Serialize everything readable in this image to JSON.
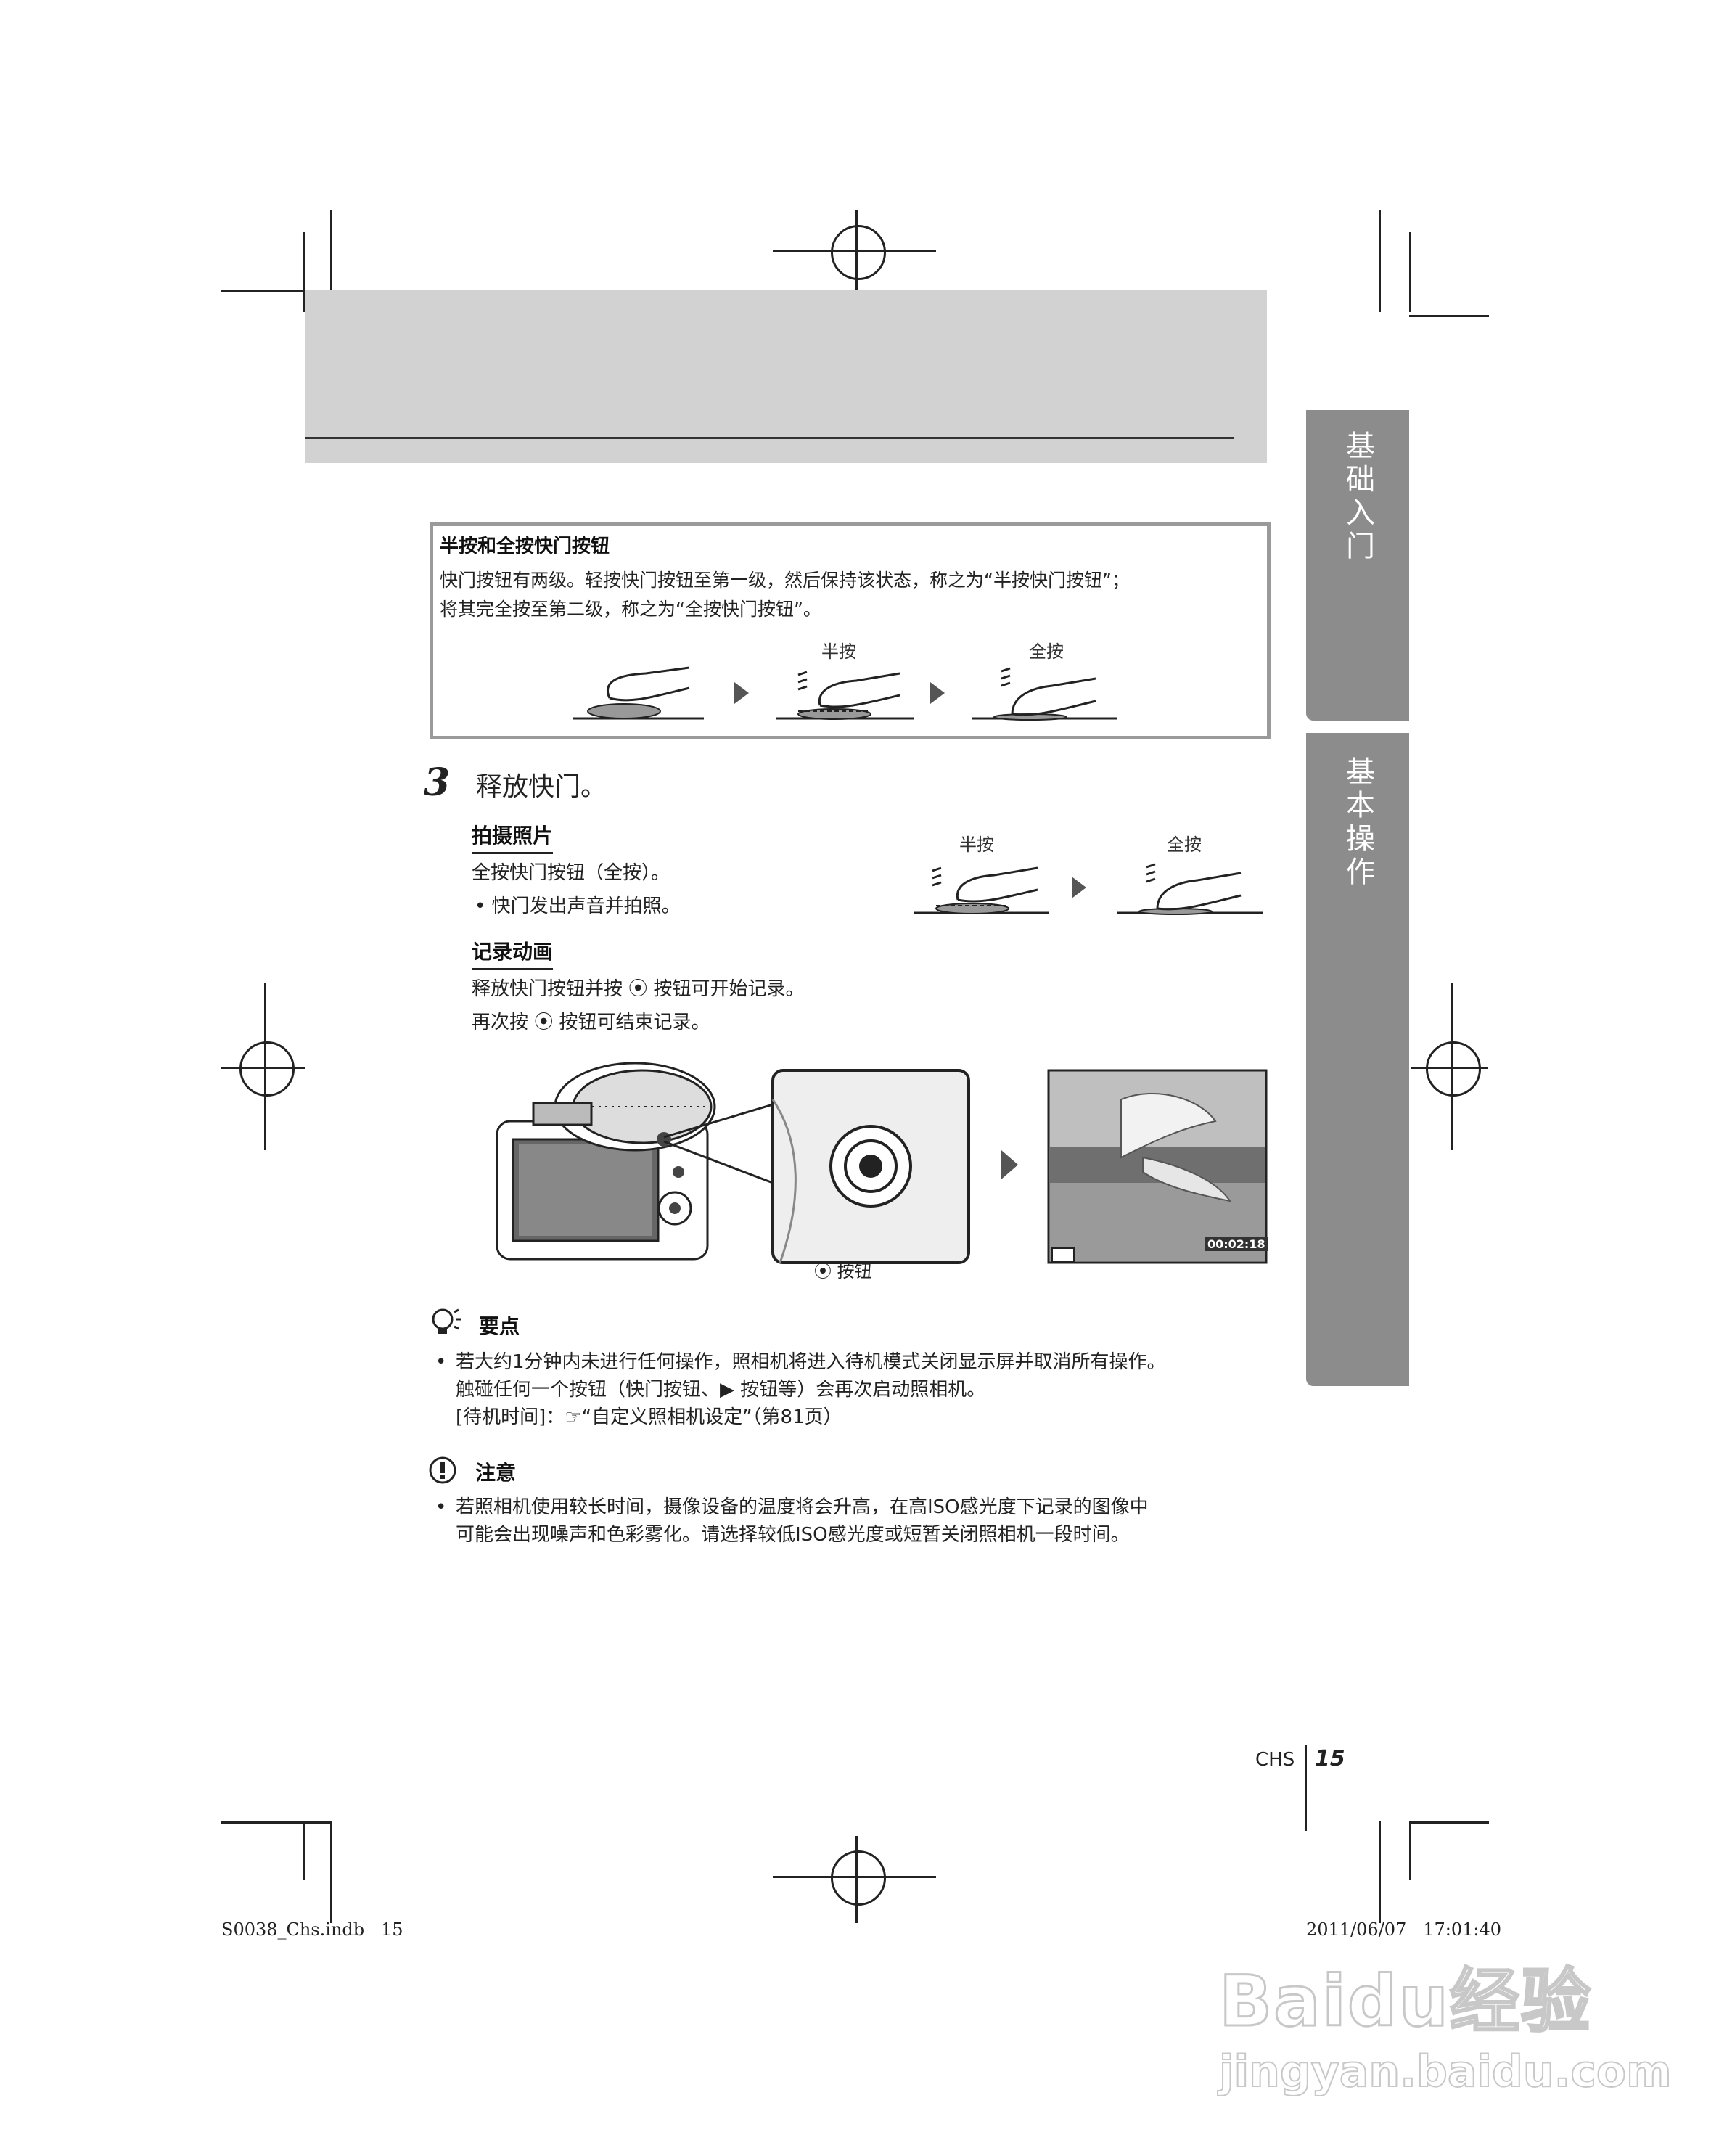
{
  "side_tabs": [
    {
      "label": "基础入门"
    },
    {
      "label": "基本操作"
    }
  ],
  "info_box": {
    "title": "半按和全按快门按钮",
    "text_line1": "快门按钮有两级。轻按快门按钮至第一级，然后保持该状态，称之为“半按快门按钮”；",
    "text_line2": "将其完全按至第二级，称之为“全按快门按钮”。",
    "half_label": "半按",
    "full_label": "全按"
  },
  "step": {
    "number": "3",
    "text": "释放快门。"
  },
  "photo_section": {
    "heading": "拍摄照片",
    "line1": "全按快门按钮（全按）。",
    "bullet1": "•  快门发出声音并拍照。",
    "half_label": "半按",
    "full_label": "全按"
  },
  "movie_section": {
    "heading": "记录动画",
    "line1": "释放快门按钮并按 ⦿ 按钮可开始记录。",
    "line2": "再次按 ⦿ 按钮可结束记录。",
    "button_caption": "⦿ 按钮",
    "timecode": "00:02:18"
  },
  "tips": {
    "heading": "要点",
    "bullet": "•",
    "line1": "若大约1分钟内未进行任何操作，照相机将进入待机模式关闭显示屏并取消所有操作。",
    "line2": "触碰任何一个按钮（快门按钮、▶ 按钮等）会再次启动照相机。",
    "line3": "[待机时间]：☞“自定义照相机设定”（第81页）"
  },
  "caution": {
    "heading": "注意",
    "bullet": "•",
    "line1": "若照相机使用较长时间，摄像设备的温度将会升高，在高ISO感光度下记录的图像中",
    "line2": "可能会出现噪声和色彩雾化。请选择较低ISO感光度或短暂关闭照相机一段时间。"
  },
  "page_footer": {
    "lang": "CHS",
    "page": "15"
  },
  "print_slug": {
    "file": "S0038_Chs.indb   15",
    "datetime": "2011/06/07   17:01:40"
  },
  "watermark": {
    "brand": "Baidu经验",
    "url": "jingyan.baidu.com"
  }
}
